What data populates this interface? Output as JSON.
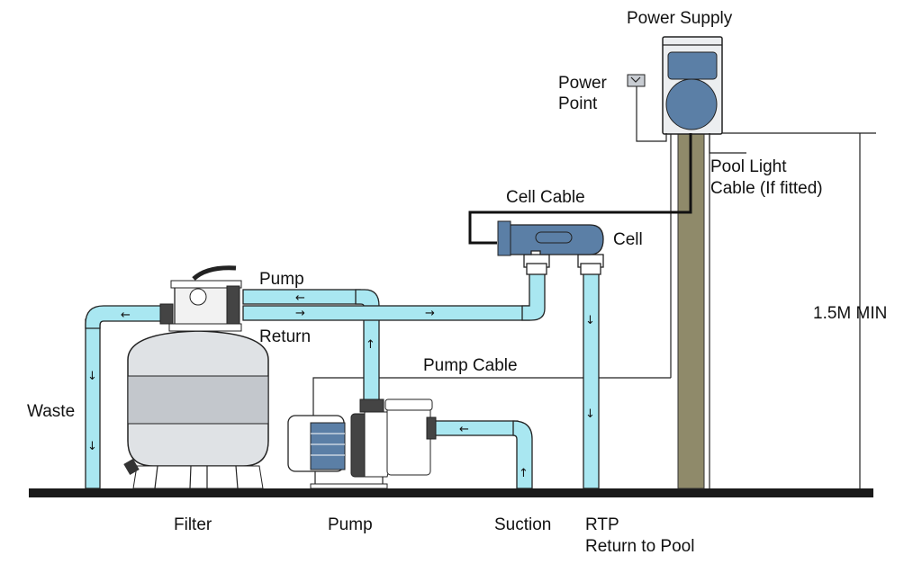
{
  "labels": {
    "power_supply": "Power Supply",
    "power_point_1": "Power",
    "power_point_2": "Point",
    "pool_light_1": "Pool Light",
    "pool_light_2": "Cable (If fitted)",
    "cell_cable": "Cell Cable",
    "cell": "Cell",
    "pump_top": "Pump",
    "return": "Return",
    "pump_cable": "Pump Cable",
    "waste": "Waste",
    "min_height": "1.5M MIN",
    "filter": "Filter",
    "pump": "Pump",
    "suction": "Suction",
    "rtp_1": "RTP",
    "rtp_2": "Return to Pool"
  },
  "arrows": {
    "left": "←",
    "right": "→",
    "up": "↑",
    "down": "↓"
  },
  "colors": {
    "water": "#a9e7f1",
    "post": "#8f8a6a",
    "equipment_blue": "#5b7fa6",
    "ground": "#1a1a1a",
    "tank": "#dfe2e5",
    "tank_band": "#c3c7cc"
  }
}
